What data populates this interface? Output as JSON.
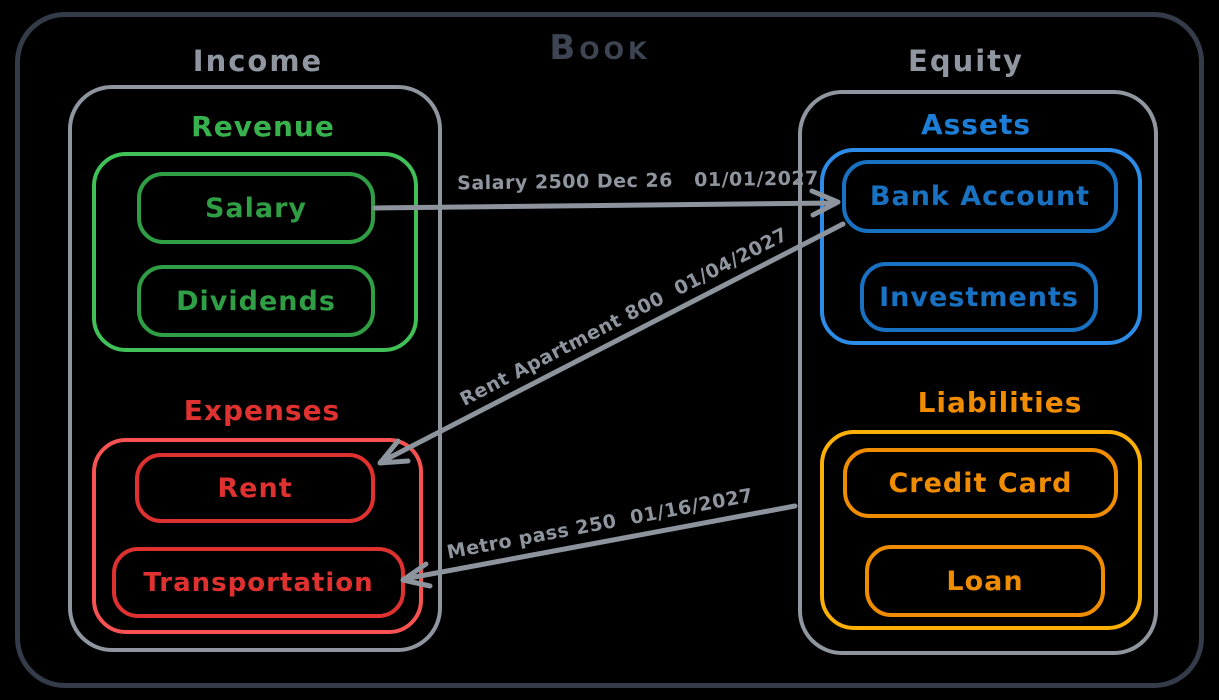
{
  "title": "Book",
  "groups": {
    "income": {
      "label": "Income",
      "revenue": {
        "label": "Revenue",
        "items": [
          "Salary",
          "Dividends"
        ]
      },
      "expenses": {
        "label": "Expenses",
        "items": [
          "Rent",
          "Transportation"
        ]
      }
    },
    "equity": {
      "label": "Equity",
      "assets": {
        "label": "Assets",
        "items": [
          "Bank Account",
          "Investments"
        ]
      },
      "liabilities": {
        "label": "Liabilities",
        "items": [
          "Credit Card",
          "Loan"
        ]
      }
    }
  },
  "transactions": [
    {
      "label": "Salary 2500 Dec 26   01/01/2027",
      "from": "Salary",
      "to": "Bank Account"
    },
    {
      "label": "Rent Apartment 800  01/04/2027",
      "from": "Bank Account",
      "to": "Rent"
    },
    {
      "label": "Metro pass 250  01/16/2027",
      "from": "Equity",
      "to": "Transportation"
    }
  ],
  "colors": {
    "background": "#000000",
    "frame": "#343b49",
    "title": "#3d4452",
    "gray": "#8f96a0",
    "green_group": "#40c057",
    "green_item": "#2f9e44",
    "red_group": "#fa5252",
    "red_item": "#e03131",
    "blue_group": "#2d8ce8",
    "blue_item": "#1971c2",
    "orange_group": "#fab005",
    "orange_item": "#f08c00"
  }
}
